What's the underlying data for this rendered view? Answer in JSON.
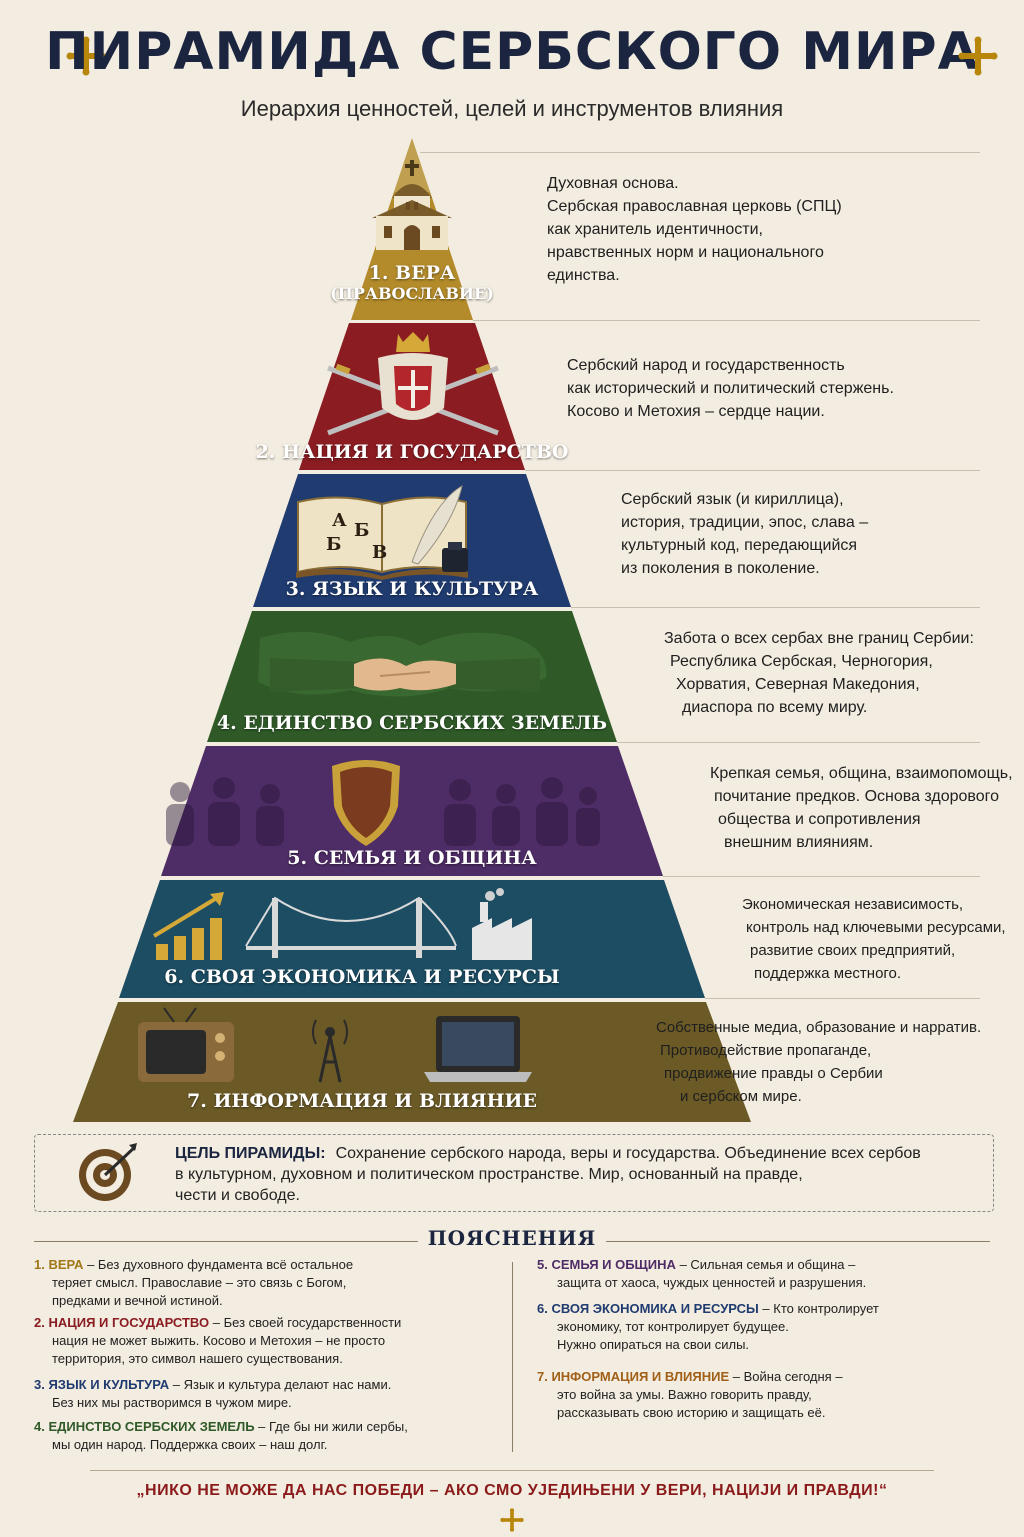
{
  "title": "ПИРАМИДА СЕРБСКОГО МИРА",
  "subtitle": "Иерархия ценностей, целей и инструментов влияния",
  "colors": {
    "tier1": "#b38b2a",
    "tier2": "#8a1c22",
    "tier3": "#1f3b70",
    "tier4": "#2f5a28",
    "tier5": "#4e2c66",
    "tier6": "#1c4d63",
    "tier7": "#6b5a26",
    "gold": "#b8860b",
    "title": "#1b2540"
  },
  "tiers": [
    {
      "label": "1. ВЕРА",
      "sublabel": "(ПРАВОСЛАВИЕ)",
      "icon": "church-icon",
      "description": [
        "Духовная основа.",
        "Сербская православная церковь (СПЦ)",
        "как хранитель идентичности,",
        "нравственных норм и национального",
        "единства."
      ]
    },
    {
      "label": "2. НАЦИЯ И ГОСУДАРСТВО",
      "icon": "coat-of-arms-icon",
      "description": [
        "Сербский народ и государственность",
        "как исторический и политический стержень.",
        "Косово и Метохия – сердце нации."
      ]
    },
    {
      "label": "3. ЯЗЫК И КУЛЬТУРА",
      "icon": "book-quill-icon",
      "letters": [
        "А",
        "Б",
        "Б",
        "В"
      ],
      "description": [
        "Сербский язык (и кириллица),",
        "история, традиции, эпос, слава –",
        "культурный код, передающийся",
        "из поколения в поколение."
      ]
    },
    {
      "label": "4. ЕДИНСТВО СЕРБСКИХ ЗЕМЕЛЬ",
      "icon": "handshake-icon",
      "description": [
        "Забота о всех сербах вне границ Сербии:",
        "Республика Сербская, Черногория,",
        "Хорватия, Северная Македония,",
        "диаспора по всему миру."
      ]
    },
    {
      "label": "5. СЕМЬЯ И ОБЩИНА",
      "icon": "shield-icon",
      "description": [
        "Крепкая семья, община, взаимопомощь,",
        "почитание предков. Основа здорового",
        "общества и сопротивления",
        "внешним влияниям."
      ]
    },
    {
      "label": "6. СВОЯ ЭКОНОМИКА И РЕСУРСЫ",
      "icon": "bridge-factory-icon",
      "description": [
        "Экономическая независимость,",
        "контроль над ключевыми ресурсами,",
        "развитие своих предприятий,",
        "поддержка местного."
      ]
    },
    {
      "label": "7. ИНФОРМАЦИЯ И ВЛИЯНИЕ",
      "icon": "media-icon",
      "description": [
        "Собственные медиа, образование и нарратив.",
        "Противодействие пропаганде,",
        "продвижение правды о Сербии",
        "и сербском мире."
      ]
    }
  ],
  "goal": {
    "label": "ЦЕЛЬ ПИРАМИДЫ:",
    "line1": "Сохранение сербского народа, веры и государства. Объединение всех сербов",
    "line2": "в культурном, духовном и политическом пространстве. Мир, основанный на правде,",
    "line3": "чести и свободе.",
    "icon": "target-icon"
  },
  "explanations_title": "ПОЯСНЕНИЯ",
  "explanations": [
    {
      "head": "1. ВЕРА",
      "color": "#a07818",
      "lines": [
        "– Без духовного фундамента всё остальное",
        "теряет смысл. Православие – это связь с Богом,",
        "предками и вечной истиной."
      ]
    },
    {
      "head": "2. НАЦИЯ И ГОСУДАРСТВО",
      "color": "#8a1c22",
      "lines": [
        "– Без своей государственности",
        "нация не может выжить. Косово и Метохия – не просто",
        "территория, это символ нашего существования."
      ]
    },
    {
      "head": "3. ЯЗЫК И КУЛЬТУРА",
      "color": "#1f3b70",
      "lines": [
        "– Язык и культура делают нас нами.",
        "Без них мы растворимся в чужом мире."
      ]
    },
    {
      "head": "4. ЕДИНСТВО СЕРБСКИХ ЗЕМЕЛЬ",
      "color": "#2f5a28",
      "lines": [
        "– Где бы ни жили сербы,",
        "мы один народ. Поддержка своих – наш долг."
      ]
    },
    {
      "head": "5. СЕМЬЯ И ОБЩИНА",
      "color": "#4e2c66",
      "lines": [
        "– Сильная семья и община –",
        "защита от хаоса, чуждых ценностей и разрушения."
      ]
    },
    {
      "head": "6. СВОЯ ЭКОНОМИКА И РЕСУРСЫ",
      "color": "#1f3b70",
      "lines": [
        "– Кто контролирует",
        "экономику, тот контролирует будущее.",
        "Нужно опираться на свои силы."
      ]
    },
    {
      "head": "7. ИНФОРМАЦИЯ И ВЛИЯНИЕ",
      "color": "#a06018",
      "lines": [
        "– Война сегодня –",
        "это война за умы. Важно говорить правду,",
        "рассказывать свою историю и защищать её."
      ]
    }
  ],
  "quote": "„НИКО НЕ МОЖЕ ДА НАС ПОБЕДИ – АКО СМО УЈЕДИЊЕНИ У ВЕРИ, НАЦИЈИ И ПРАВДИ!“"
}
